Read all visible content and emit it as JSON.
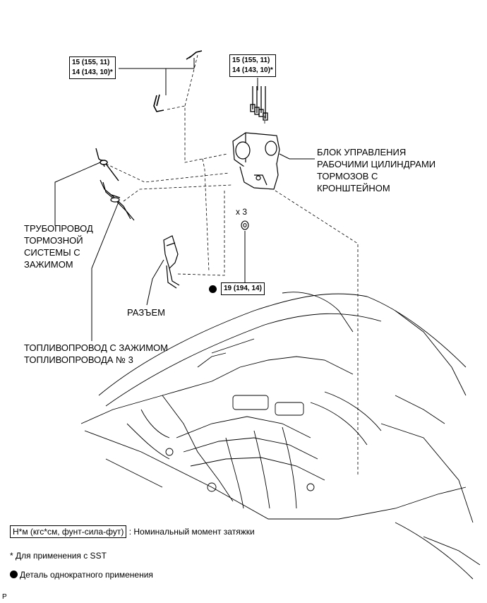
{
  "torque_boxes": {
    "left": {
      "line1": "15 (155, 11)",
      "line2": "14 (143, 10)*"
    },
    "right": {
      "line1": "15 (155, 11)",
      "line2": "14 (143, 10)*"
    },
    "bottom": {
      "text": "19 (194, 14)"
    }
  },
  "quantity": "x 3",
  "labels": {
    "actuator": [
      "БЛОК УПРАВЛЕНИЯ",
      "РАБОЧИМИ ЦИЛИНДРАМИ",
      "ТОРМОЗОВ С",
      "КРОНШТЕЙНОМ"
    ],
    "brake_line": [
      "ТРУБОПРОВОД",
      "ТОРМОЗНОЙ",
      "СИСТЕМЫ С",
      "ЗАЖИМОМ"
    ],
    "connector": "РАЗЪЕМ",
    "fuel_line": [
      "ТОПЛИВОПРОВОД С ЗАЖИМОМ",
      "ТОПЛИВОПРОВОДА № 3"
    ]
  },
  "legend": {
    "torque_box": "Н*м (кгс*см, фунт-сила-фут)",
    "torque_text": ": Номинальный момент затяжки",
    "sst_note": "* Для применения с SST",
    "non_reusable": "Деталь однократного применения"
  },
  "corner_mark": "P"
}
